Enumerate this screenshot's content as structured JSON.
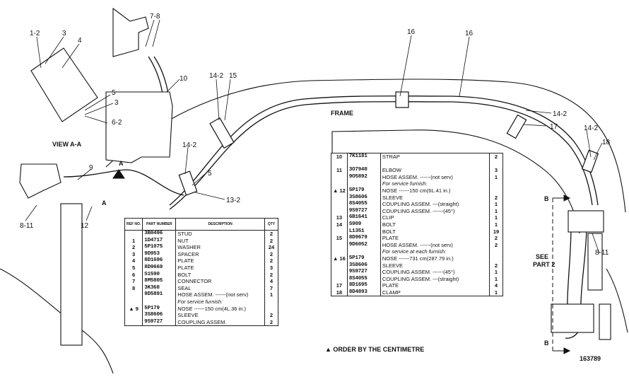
{
  "diagram": {
    "labels": {
      "view": "VIEW A-A",
      "frame": "FRAME",
      "see_part": "SEE",
      "see_part2": "PART 2",
      "arrow_b1": "B",
      "arrow_b2": "B",
      "arrow_a1": "A",
      "arrow_a2": "A",
      "drawing_no": "163789",
      "footnote": "▲ ORDER BY THE CENTIMETRE"
    },
    "callouts": {
      "c1_2": "1-2",
      "c3a": "3",
      "c4": "4",
      "c5a": "5",
      "c3b": "3",
      "c6_2": "6-2",
      "c7_8": "7-8",
      "c10": "10",
      "c9": "9",
      "c8_11a": "8-11",
      "c12": "12",
      "c14_2a": "14-2",
      "c15": "15",
      "c14_2b": "14-2",
      "c5b": "5",
      "c13_2": "13-2",
      "c16a": "16",
      "c16b": "16",
      "c14_2c": "14-2",
      "c17": "17",
      "c14_2d": "14-2",
      "c18": "18",
      "c8_11b": "8-11"
    }
  },
  "table_left": {
    "headers": [
      "REF NO.",
      "PART NUMBER",
      "DESCRIPTION",
      "QTY"
    ],
    "rows": [
      {
        "ref": "",
        "num": "3B0496",
        "desc": "STUD",
        "qty": "2"
      },
      {
        "ref": "1",
        "num": "1D4717",
        "desc": "NUT",
        "qty": "2"
      },
      {
        "ref": "2",
        "num": "5P1075",
        "desc": "WASHER",
        "qty": "24"
      },
      {
        "ref": "3",
        "num": "9D953",
        "desc": "SPACER",
        "qty": "2"
      },
      {
        "ref": "4",
        "num": "8D1696",
        "desc": "PLATE",
        "qty": "2"
      },
      {
        "ref": "5",
        "num": "8D9669",
        "desc": "PLATE",
        "qty": "3"
      },
      {
        "ref": "6",
        "num": "S1590",
        "desc": "BOLT",
        "qty": "2"
      },
      {
        "ref": "7",
        "num": "8M5805",
        "desc": "CONNECTOR",
        "qty": "4"
      },
      {
        "ref": "8",
        "num": "3K368",
        "desc": "SEAL",
        "qty": "7"
      },
      {
        "ref": "",
        "num": "9D5891",
        "desc": "HOSE ASSEM. ------(not serv)",
        "qty": "1"
      },
      {
        "ref": "",
        "num": "",
        "desc": "For service furnish:",
        "qty": ""
      },
      {
        "ref": "▲ 9",
        "num": "5P179",
        "desc": "NOSE ------150 cm(4L.36 in.)",
        "qty": ""
      },
      {
        "ref": "",
        "num": "3S8606",
        "desc": "SLEEVE",
        "qty": "2"
      },
      {
        "ref": "",
        "num": "9S9727",
        "desc": "COUPLING ASSEM.",
        "qty": "2"
      }
    ]
  },
  "table_right": {
    "rows": [
      {
        "ref": "10",
        "num": "7K1181",
        "desc": "STRAP",
        "qty": "2"
      },
      {
        "ref": "",
        "num": "",
        "desc": "",
        "qty": ""
      },
      {
        "ref": "11",
        "num": "3O7948",
        "desc": "ELBOW",
        "qty": "3"
      },
      {
        "ref": "",
        "num": "9O5892",
        "desc": "HOSE ASSEM. ------(not serv)",
        "qty": "1"
      },
      {
        "ref": "",
        "num": "",
        "desc": "For service furnish:",
        "qty": ""
      },
      {
        "ref": "▲ 12",
        "num": "5P179",
        "desc": "NOSE ------150 cm(6L.41 in.)",
        "qty": ""
      },
      {
        "ref": "",
        "num": "3S8606",
        "desc": "SLEEVE",
        "qty": "2"
      },
      {
        "ref": "",
        "num": "8S4055",
        "desc": "COUPLING ASSEM. ---(straight)",
        "qty": "1"
      },
      {
        "ref": "",
        "num": "9S9727",
        "desc": "COUPLING ASSEM. ------(45°)",
        "qty": "1"
      },
      {
        "ref": "13",
        "num": "6B1641",
        "desc": "CLIP",
        "qty": "1"
      },
      {
        "ref": "14",
        "num": "S909",
        "desc": "BOLT",
        "qty": "1"
      },
      {
        "ref": "",
        "num": "L1351",
        "desc": "BOLT",
        "qty": "19"
      },
      {
        "ref": "15",
        "num": "8D9679",
        "desc": "PLATE",
        "qty": "2"
      },
      {
        "ref": "",
        "num": "9D6052",
        "desc": "HOSE ASSEM. ------(not serv)",
        "qty": "2"
      },
      {
        "ref": "",
        "num": "",
        "desc": "For service at each furnish:",
        "qty": ""
      },
      {
        "ref": "▲ 16",
        "num": "5P179",
        "desc": "NOSE ------731 cm(287.79 in.)",
        "qty": ""
      },
      {
        "ref": "",
        "num": "3S8606",
        "desc": "SLEEVE",
        "qty": "2"
      },
      {
        "ref": "",
        "num": "9S9727",
        "desc": "COUPLING ASSEM. ------(45°)",
        "qty": "1"
      },
      {
        "ref": "",
        "num": "8S4055",
        "desc": "COUPLING ASSEM. ---(straight)",
        "qty": "1"
      },
      {
        "ref": "17",
        "num": "8D1695",
        "desc": "PLATE",
        "qty": "4"
      },
      {
        "ref": "18",
        "num": "8D4893",
        "desc": "CLAMP",
        "qty": "1"
      }
    ]
  }
}
